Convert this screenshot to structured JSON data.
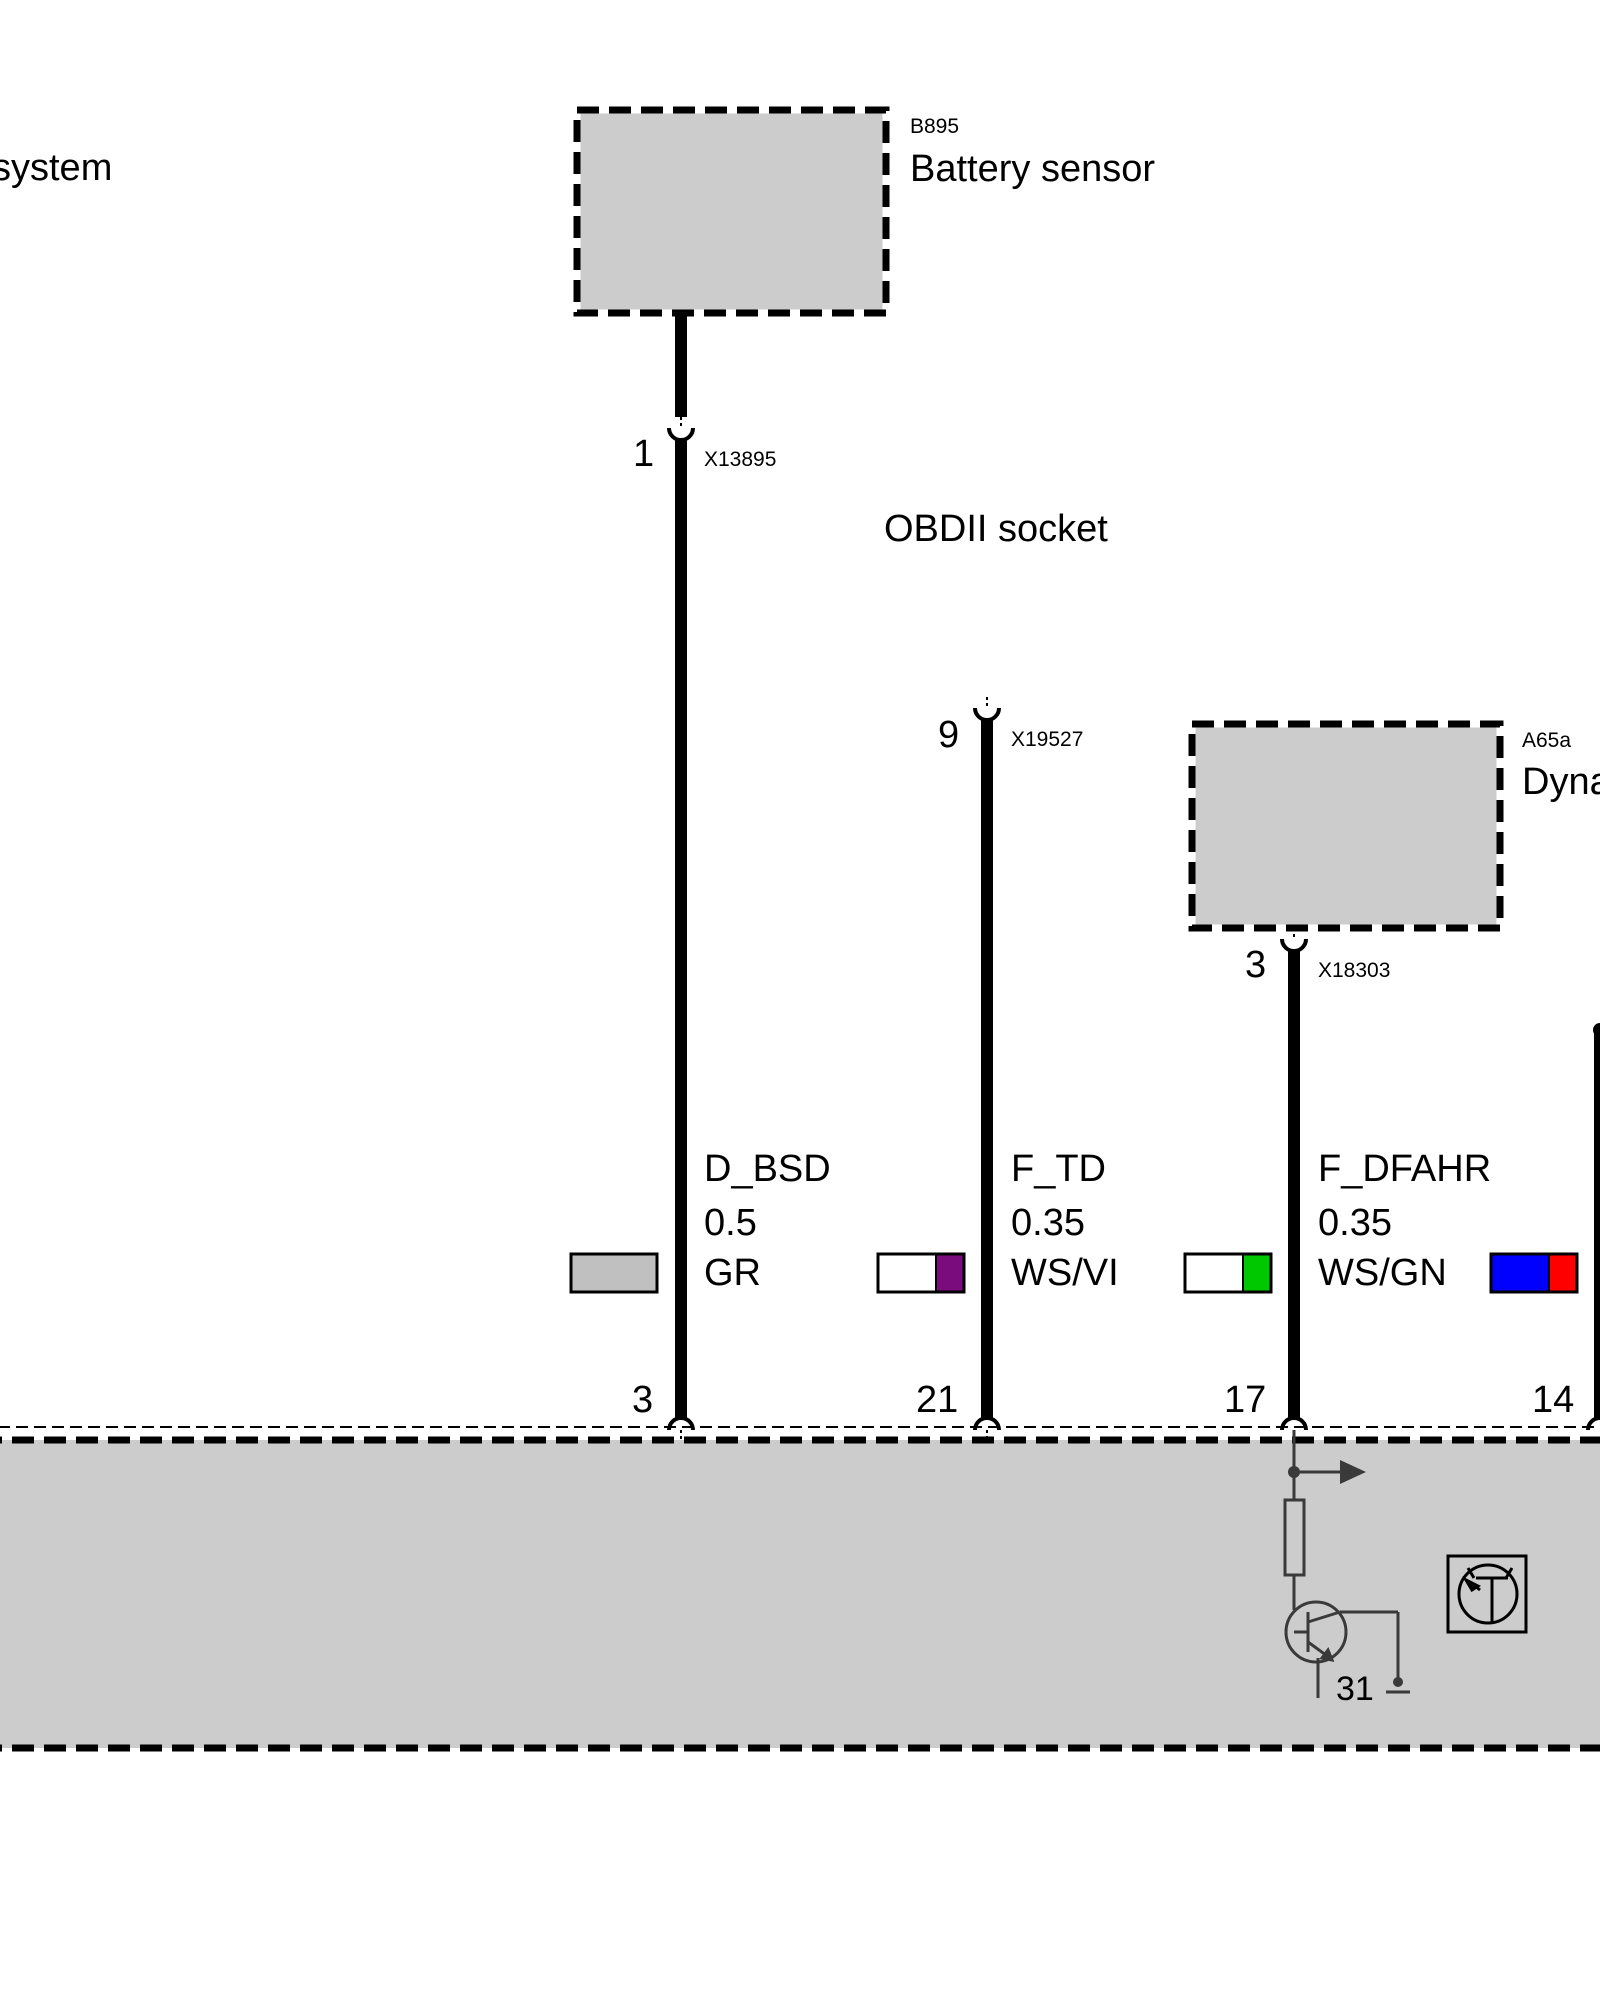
{
  "title_fragment": "system",
  "colors": {
    "module_fill": "#cccccc",
    "wire": "#000000",
    "internal_circuit": "#3a3a3a",
    "gray": "#c0c0c0",
    "white": "#ffffff",
    "violet": "#7b0c7d",
    "green": "#00c800",
    "blue": "#0000ff",
    "red": "#ff0000"
  },
  "components": {
    "battery_sensor": {
      "code": "B895",
      "name": "Battery sensor"
    },
    "dynamic": {
      "code": "A65a",
      "name": "Dyna"
    },
    "obd_socket": {
      "name": "OBDII socket"
    }
  },
  "connectors": {
    "battery_sensor": {
      "id": "X13895",
      "pin": "1"
    },
    "obd_socket": {
      "id": "X19527",
      "pin": "9"
    },
    "dynamic": {
      "id": "X18303",
      "pin": "3"
    }
  },
  "wires": [
    {
      "signal": "D_BSD",
      "gauge": "0.5",
      "color_code": "GR",
      "swatch": [
        "gray"
      ],
      "module_pin": "3"
    },
    {
      "signal": "F_TD",
      "gauge": "0.35",
      "color_code": "WS/VI",
      "swatch": [
        "white",
        "violet"
      ],
      "module_pin": "21"
    },
    {
      "signal": "F_DFAHR",
      "gauge": "0.35",
      "color_code": "WS/GN",
      "swatch": [
        "white",
        "green"
      ],
      "module_pin": "17"
    },
    {
      "signal": "",
      "gauge": "",
      "color_code": "",
      "swatch": [
        "blue",
        "red"
      ],
      "module_pin": "14"
    }
  ],
  "ground_label": "31",
  "icons": {
    "transistor": "transistor-icon",
    "output_arrow": "arrow-right-icon",
    "ground": "ground-icon",
    "module_symbol": "transistor-symbol-icon"
  }
}
